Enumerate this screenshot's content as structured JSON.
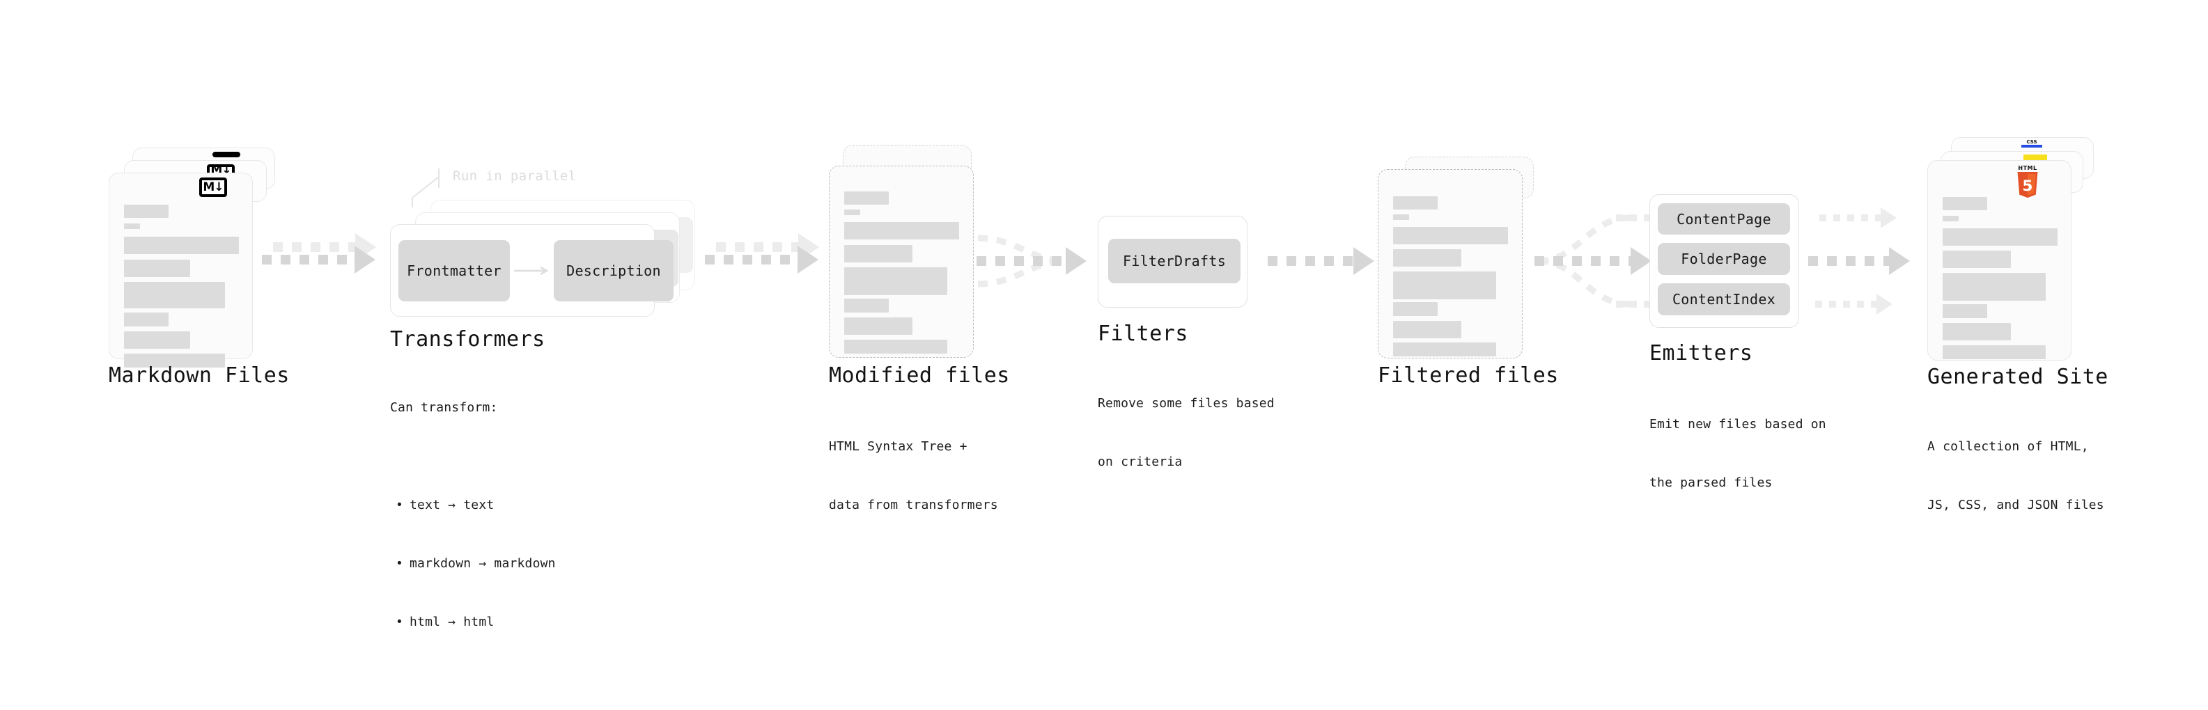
{
  "diagram": {
    "title_font_color": "#121212",
    "accent_colors": {
      "markdown_badge": "#000000",
      "html5": "#e34f26",
      "css3": "#264de4",
      "js": "#f7df1e",
      "skeleton": "#dcdcdc",
      "chip": "#d9d9d9",
      "arrow": "#d6d6d6",
      "arrow_faint": "#ececec",
      "card_border": "#e8e8e8",
      "dashed_border": "#bdbdbd"
    }
  },
  "stages": [
    {
      "id": "markdown-files",
      "title": "Markdown Files",
      "subtitle": "",
      "icon": "markdown-badge",
      "badge_text": "M↓"
    },
    {
      "id": "transformers",
      "title": "Transformers",
      "annotation": "Run in parallel",
      "subtitle_intro": "Can transform:",
      "bullets": [
        "text → text",
        "markdown → markdown",
        "html → html"
      ],
      "chips": [
        "Frontmatter",
        "Description"
      ]
    },
    {
      "id": "modified-files",
      "title": "Modified files",
      "subtitle_lines": [
        "HTML Syntax Tree +",
        "data from transformers"
      ]
    },
    {
      "id": "filters",
      "title": "Filters",
      "subtitle_lines": [
        "Remove some files based",
        "on criteria"
      ],
      "chips": [
        "FilterDrafts"
      ]
    },
    {
      "id": "filtered-files",
      "title": "Filtered files",
      "subtitle_lines": []
    },
    {
      "id": "emitters",
      "title": "Emitters",
      "subtitle_lines": [
        "Emit new files based on",
        "the parsed files"
      ],
      "chips": [
        "ContentPage",
        "FolderPage",
        "ContentIndex"
      ]
    },
    {
      "id": "generated-site",
      "title": "Generated Site",
      "subtitle_lines": [
        "A collection of HTML,",
        "JS, CSS, and JSON files"
      ],
      "badges": [
        "CSS",
        "JS",
        "HTML5"
      ],
      "html5_word": "HTML",
      "html5_digit": "5",
      "css_word": "CSS"
    }
  ]
}
